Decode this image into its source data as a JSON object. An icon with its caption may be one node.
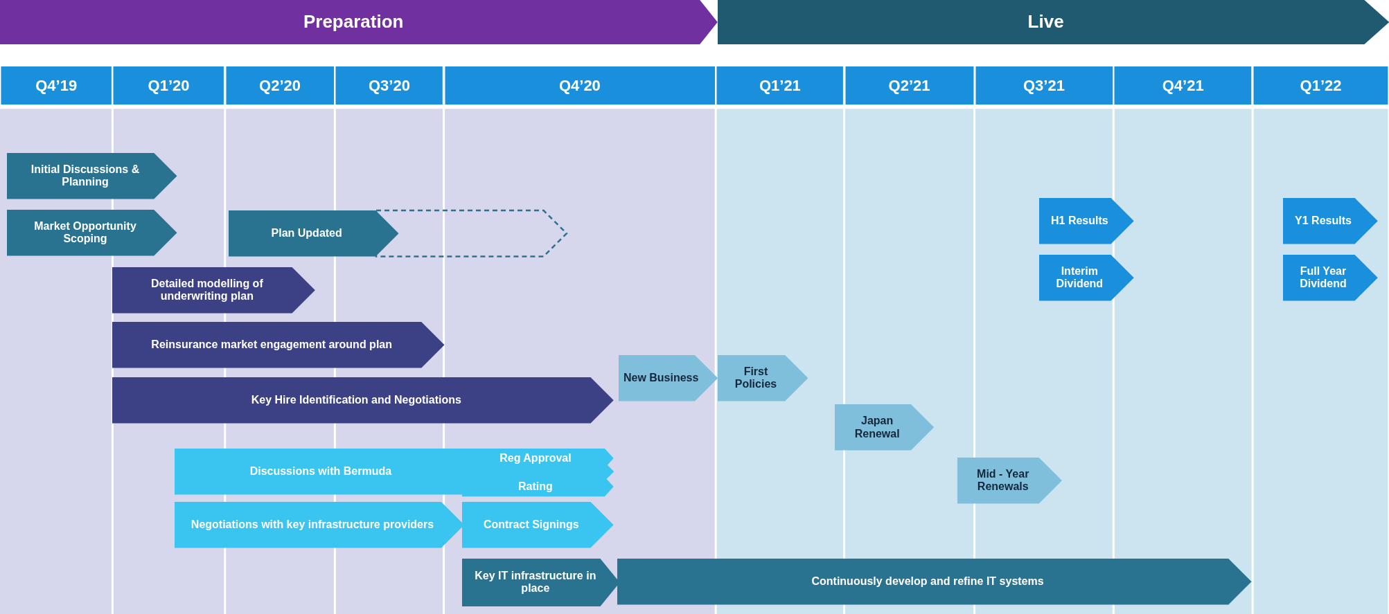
{
  "diagram": {
    "nodes": [
      {
        "text": [
          "Preparation"
        ]
      },
      {
        "text": [
          "Live"
        ]
      },
      {
        "text": [
          "Q4’19"
        ]
      },
      {
        "text": [
          "Q1’20"
        ]
      },
      {
        "text": [
          "Q2’20"
        ]
      },
      {
        "text": [
          "Q3’20"
        ]
      },
      {
        "text": [
          "Q4’20"
        ]
      },
      {
        "text": [
          "Q1’21"
        ]
      },
      {
        "text": [
          "Q2’21"
        ]
      },
      {
        "text": [
          "Q3’21"
        ]
      },
      {
        "text": [
          "Q4’21"
        ]
      },
      {
        "text": [
          "Q1’22"
        ]
      },
      {
        "text": [
          "Initial Discussions & Planning"
        ]
      },
      {
        "text": [
          "Market Opportunity Scoping"
        ]
      },
      {
        "text": [
          "Plan Updated"
        ]
      },
      {
        "text": [],
        "shape": "arrow"
      },
      {
        "text": [
          "H1 Results"
        ]
      },
      {
        "text": [
          "Y1 Results"
        ]
      },
      {
        "text": [
          "Interim Dividend"
        ]
      },
      {
        "text": [
          "Full Year Dividend"
        ]
      },
      {
        "text": [
          "Detailed modelling of underwriting plan"
        ]
      },
      {
        "text": [
          "Reinsurance market engagement around plan"
        ]
      },
      {
        "text": [
          "New Business"
        ]
      },
      {
        "text": [
          "First Policies"
        ]
      },
      {
        "text": [
          "Key Hire Identification and Negotiations"
        ]
      },
      {
        "text": [
          "Japan Renewal"
        ]
      },
      {
        "text": [
          "Discussions with Bermuda"
        ]
      },
      {
        "text": [
          "Reg Approval"
        ],
        "in": 26
      },
      {
        "text": [
          "Rating"
        ],
        "in": 26
      },
      {
        "text": [
          "Mid - Year Renewals"
        ]
      },
      {
        "text": [
          "Negotiations with key infrastructure providers"
        ]
      },
      {
        "text": [
          "Contract Signings"
        ]
      },
      {
        "text": [
          "Key IT infrastructure in place"
        ]
      },
      {
        "text": [
          "Continuously develop and refine IT systems"
        ]
      }
    ],
    "edges": []
  }
}
